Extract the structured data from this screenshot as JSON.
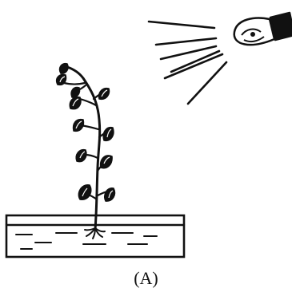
{
  "figure": {
    "caption": "(A)",
    "colors": {
      "ink": "#111111",
      "background": "#ffffff"
    },
    "elements": [
      "light-bulb-icon",
      "light-rays",
      "plant",
      "water-container"
    ]
  }
}
